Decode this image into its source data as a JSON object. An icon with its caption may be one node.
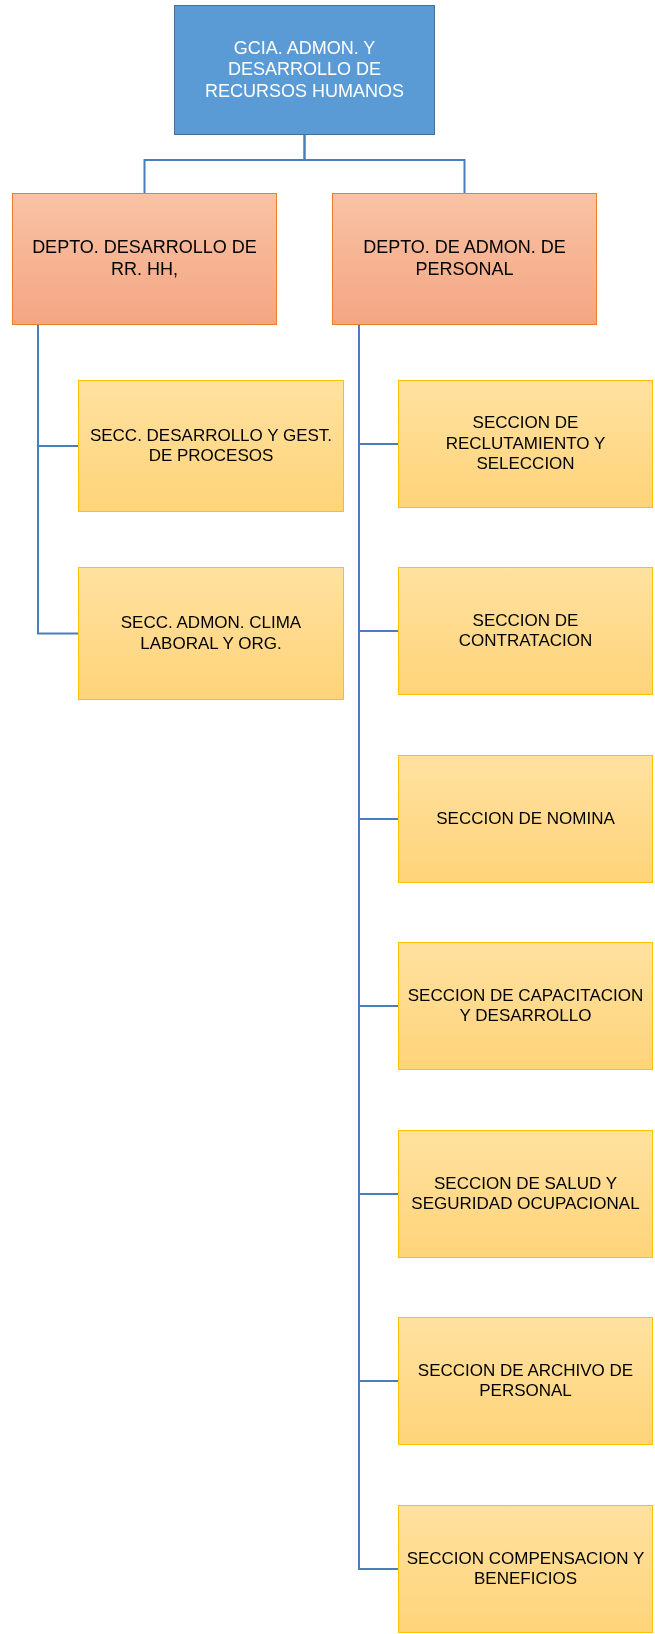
{
  "diagram": {
    "nodes": [
      {
        "text": [
          "GCIA. ADMON. Y DESARROLLO DE RECURSOS HUMANOS"
        ]
      },
      {
        "text": [
          "DEPTO. DESARROLLO DE RR. HH,"
        ]
      },
      {
        "text": [
          "DEPTO. DE ADMON. DE PERSONAL"
        ]
      },
      {
        "text": [
          "SECC. DESARROLLO Y GEST. DE PROCESOS"
        ]
      },
      {
        "text": [
          "SECCION DE RECLUTAMIENTO Y SELECCION"
        ]
      },
      {
        "text": [
          "SECC. ADMON. CLIMA LABORAL Y ORG."
        ]
      },
      {
        "text": [
          "SECCION DE CONTRATACION"
        ]
      },
      {
        "text": [
          "SECCION DE NOMINA"
        ]
      },
      {
        "text": [
          "SECCION DE CAPACITACION Y DESARROLLO"
        ]
      },
      {
        "text": [
          "SECCION DE SALUD Y SEGURIDAD OCUPACIONAL"
        ]
      },
      {
        "text": [
          "SECCION DE ARCHIVO DE PERSONAL"
        ]
      },
      {
        "text": [
          "SECCION COMPENSACION Y BENEFICIOS"
        ]
      }
    ],
    "edges": [
      {
        "from": 0,
        "to": 1,
        "arrow": "none"
      },
      {
        "from": 0,
        "to": 2,
        "arrow": "none"
      },
      {
        "from": 1,
        "to": 3,
        "arrow": "none"
      },
      {
        "from": 1,
        "to": 5,
        "arrow": "none"
      },
      {
        "from": 2,
        "to": 4,
        "arrow": "none"
      },
      {
        "from": 2,
        "to": 6,
        "arrow": "none"
      },
      {
        "from": 2,
        "to": 7,
        "arrow": "none"
      },
      {
        "from": 2,
        "to": 8,
        "arrow": "none"
      },
      {
        "from": 2,
        "to": 9,
        "arrow": "none"
      },
      {
        "from": 2,
        "to": 10,
        "arrow": "none"
      },
      {
        "from": 2,
        "to": 11,
        "arrow": "none"
      }
    ]
  }
}
